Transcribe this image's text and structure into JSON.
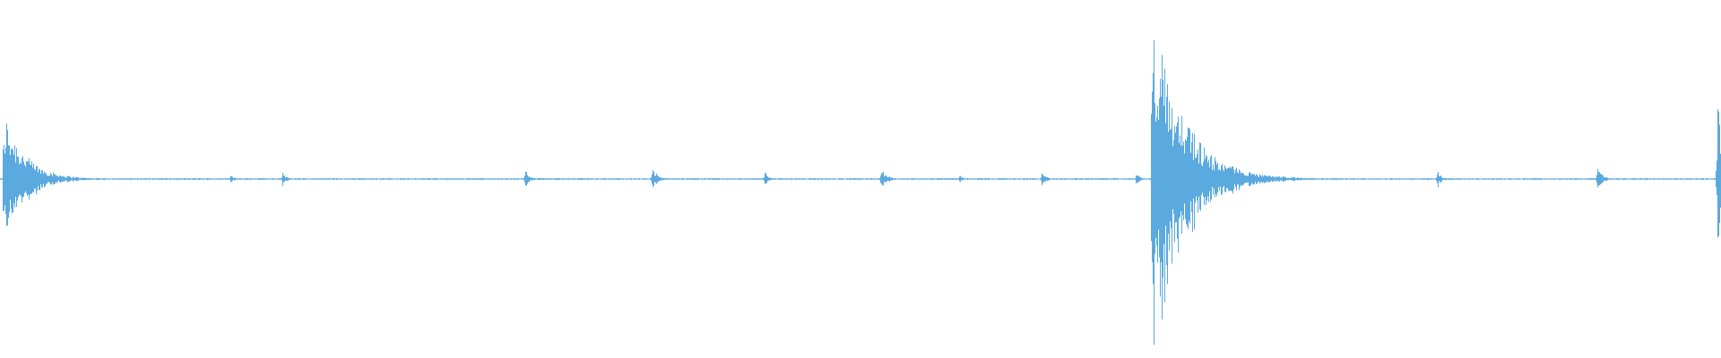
{
  "waveform": {
    "color": "#5aa9df",
    "background": "#ffffff",
    "baseline_amplitude": 0.005,
    "events": [
      {
        "time": 0.003,
        "peak": 0.38,
        "decay": 0.012
      },
      {
        "time": 0.134,
        "peak": 0.03,
        "decay": 0.002
      },
      {
        "time": 0.164,
        "peak": 0.05,
        "decay": 0.002
      },
      {
        "time": 0.305,
        "peak": 0.07,
        "decay": 0.002
      },
      {
        "time": 0.379,
        "peak": 0.07,
        "decay": 0.003
      },
      {
        "time": 0.444,
        "peak": 0.05,
        "decay": 0.002
      },
      {
        "time": 0.512,
        "peak": 0.07,
        "decay": 0.003
      },
      {
        "time": 0.557,
        "peak": 0.03,
        "decay": 0.002
      },
      {
        "time": 0.605,
        "peak": 0.06,
        "decay": 0.002
      },
      {
        "time": 0.66,
        "peak": 0.04,
        "decay": 0.002
      },
      {
        "time": 0.67,
        "peak": 1.0,
        "decay": 0.018
      },
      {
        "time": 0.835,
        "peak": 0.06,
        "decay": 0.002
      },
      {
        "time": 0.928,
        "peak": 0.07,
        "decay": 0.003
      },
      {
        "time": 0.998,
        "peak": 0.55,
        "decay": 0.003
      }
    ]
  }
}
